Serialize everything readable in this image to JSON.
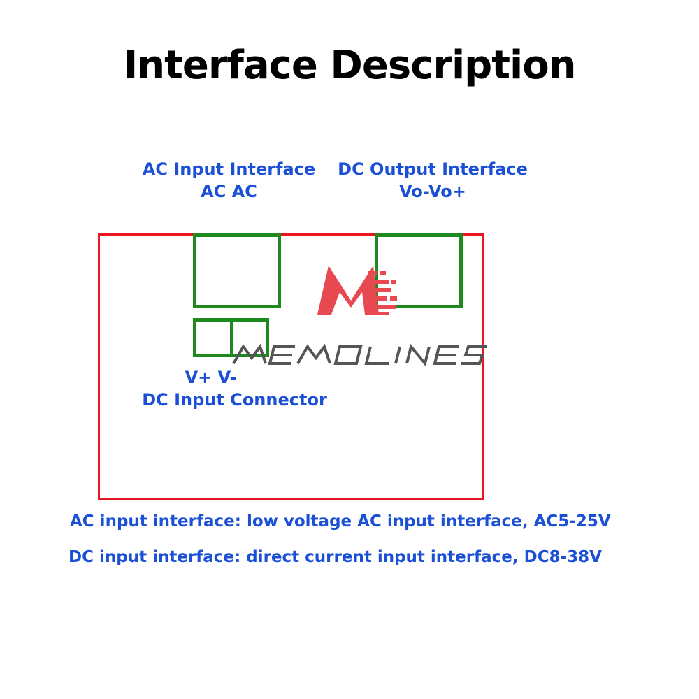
{
  "title": "Interface Description",
  "labels": {
    "ac_input": {
      "line1": "AC Input Interface",
      "line2": "AC AC"
    },
    "dc_output": {
      "line1": "DC Output Interface",
      "line2": "Vo-Vo+"
    },
    "dc_input": {
      "line1": "V+ V-",
      "line2": "DC Input Connector"
    }
  },
  "notes": {
    "ac": "AC input interface: low voltage AC input interface, AC5-25V",
    "dc": "DC input interface: direct current input interface, DC8-38V"
  },
  "watermark": {
    "text": "MEMOLINES"
  },
  "colors": {
    "label_blue": "#1a4fd6",
    "board_red": "#e8161e",
    "connector_green": "#1e8a1e",
    "logo_red": "#e8484f",
    "watermark_gray": "#555555"
  }
}
